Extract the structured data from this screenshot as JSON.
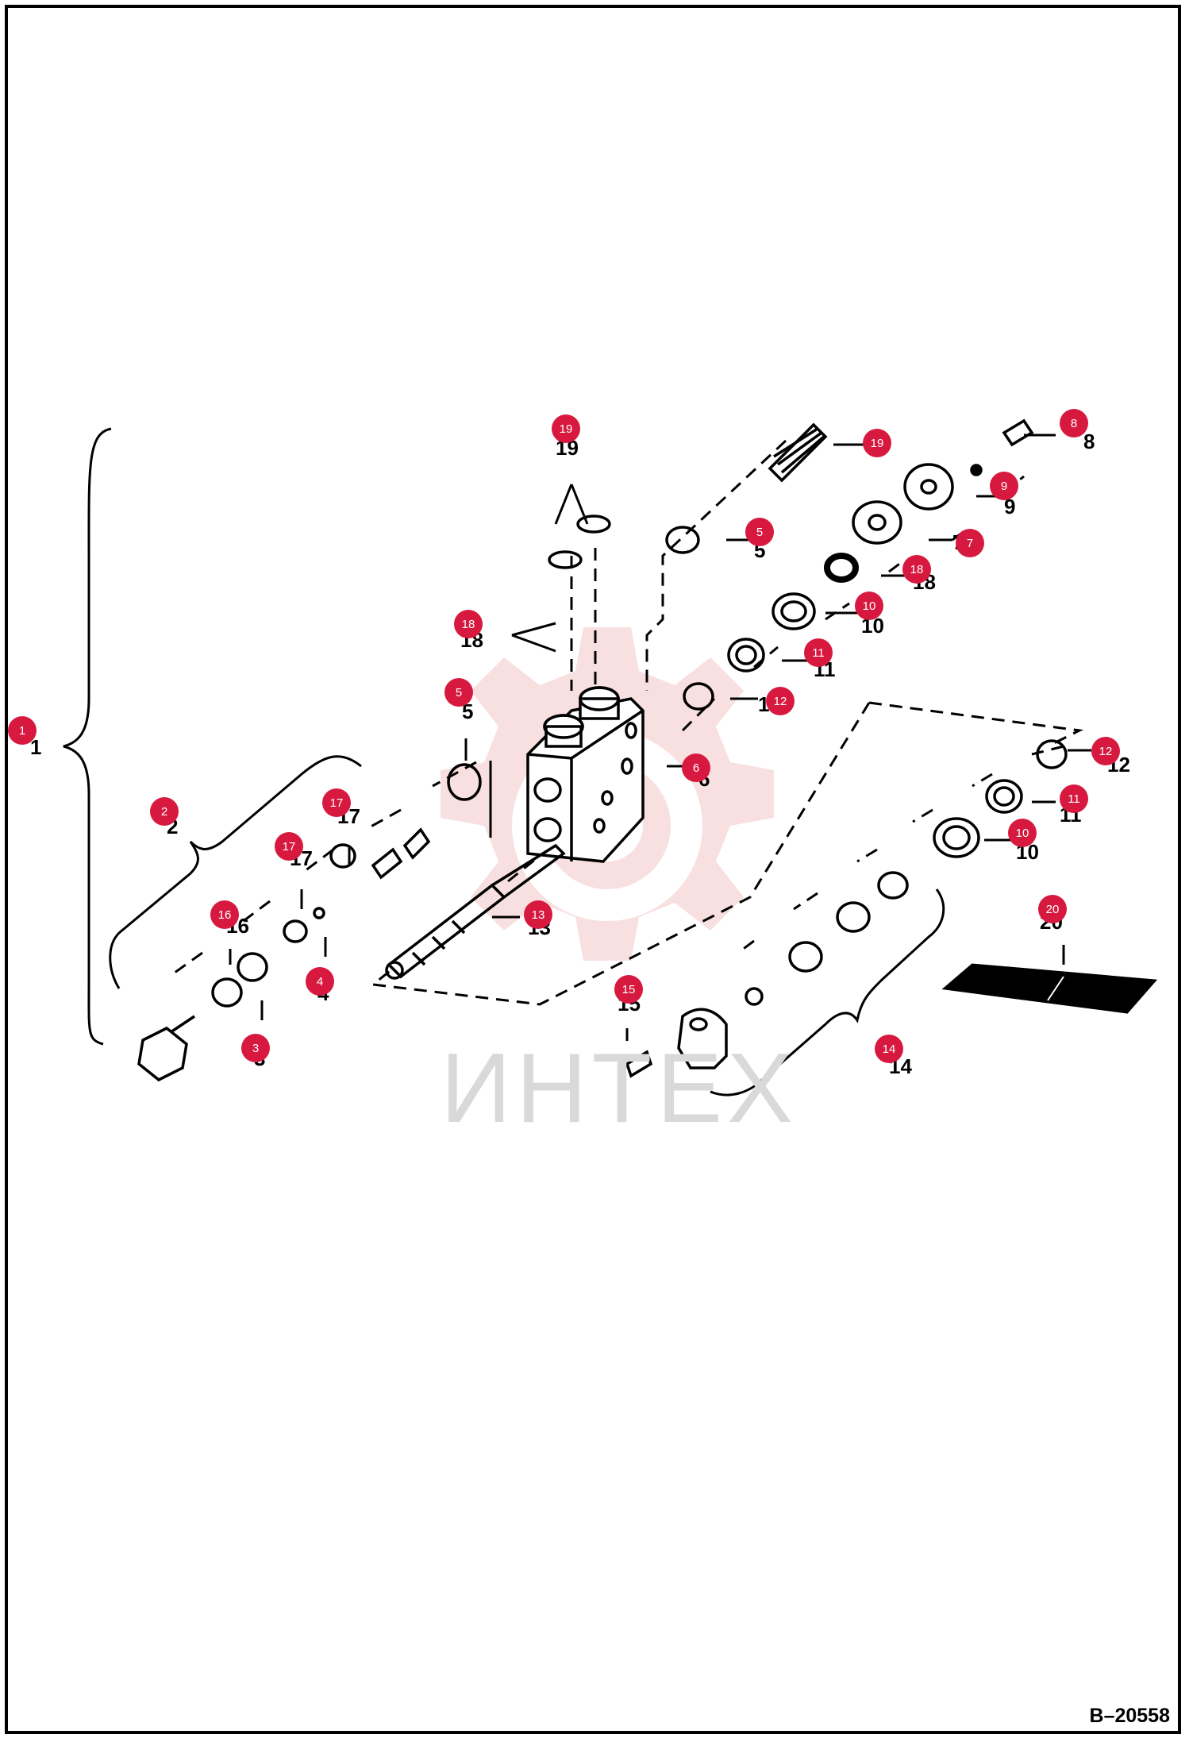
{
  "watermark": {
    "text": "ИНТЕХ"
  },
  "drawing_code": "B–20558",
  "callouts": [
    {
      "number": "1"
    },
    {
      "number": "2"
    },
    {
      "number": "3"
    },
    {
      "number": "4"
    },
    {
      "number": "5"
    },
    {
      "number": "5"
    },
    {
      "number": "6"
    },
    {
      "number": "7"
    },
    {
      "number": "8"
    },
    {
      "number": "9"
    },
    {
      "number": "10"
    },
    {
      "number": "10"
    },
    {
      "number": "11"
    },
    {
      "number": "11"
    },
    {
      "number": "12"
    },
    {
      "number": "12"
    },
    {
      "number": "13"
    },
    {
      "number": "14"
    },
    {
      "number": "15"
    },
    {
      "number": "16"
    },
    {
      "number": "17"
    },
    {
      "number": "17"
    },
    {
      "number": "18"
    },
    {
      "number": "18"
    },
    {
      "number": "19"
    },
    {
      "number": "19"
    },
    {
      "number": "20"
    }
  ],
  "colors": {
    "callout": "#d7193f",
    "watermark": "#f4c7c7",
    "line": "#000000"
  }
}
